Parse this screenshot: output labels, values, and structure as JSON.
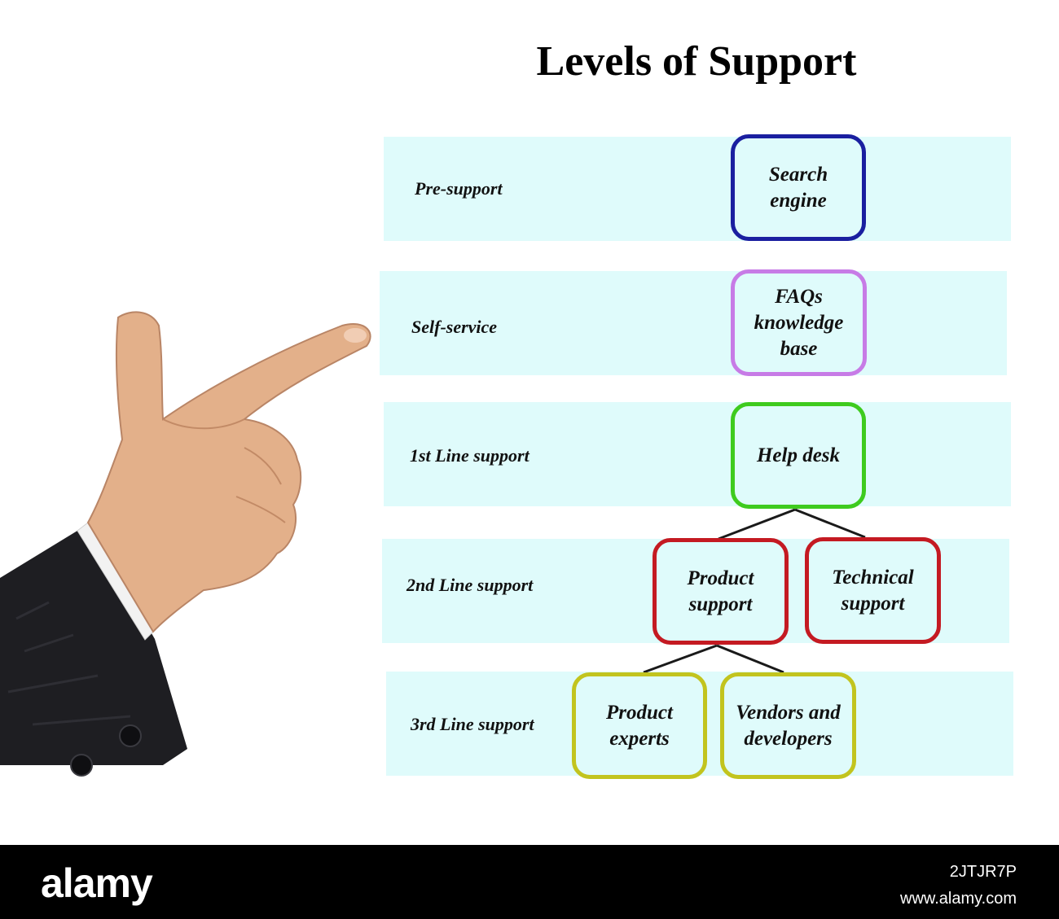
{
  "title": "Levels of Support",
  "levels": [
    {
      "label": "Pre-support"
    },
    {
      "label": "Self-service"
    },
    {
      "label": "1st Line support"
    },
    {
      "label": "2nd Line support"
    },
    {
      "label": "3rd Line support"
    }
  ],
  "nodes": {
    "search_engine": {
      "label": "Search\nengine",
      "color": "#1a1fa0"
    },
    "faqs": {
      "label": "FAQs\nknowledge\nbase",
      "color": "#c77be6"
    },
    "help_desk": {
      "label": "Help desk",
      "color": "#3ecb1e"
    },
    "product_support": {
      "label": "Product\nsupport",
      "color": "#c41a22"
    },
    "technical_support": {
      "label": "Technical\nsupport",
      "color": "#c41a22"
    },
    "product_experts": {
      "label": "Product\nexperts",
      "color": "#c2c41e"
    },
    "vendors": {
      "label": "Vendors and\ndevelopers",
      "color": "#c2c41e"
    }
  },
  "footer": {
    "brand": "alamy",
    "image_id": "2JTJR7P",
    "site": "www.alamy.com"
  }
}
